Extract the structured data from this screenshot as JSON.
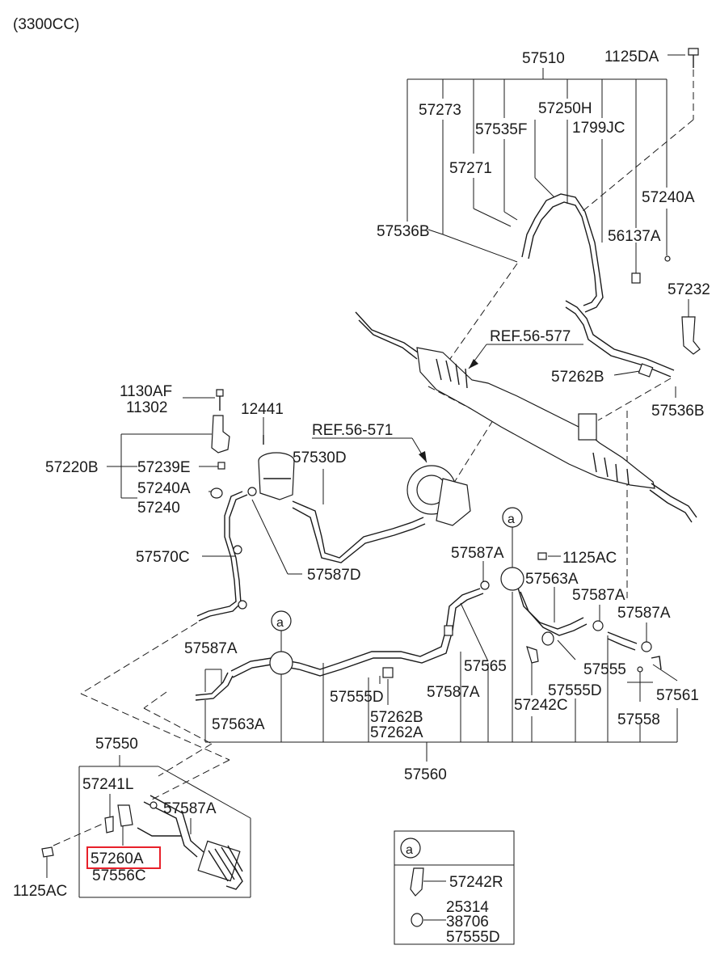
{
  "header": {
    "engine": "(3300CC)"
  },
  "ref_labels": {
    "gear": "REF.56-577",
    "pump": "REF.56-571"
  },
  "callout_mark": "a",
  "highlighted_part": "57260A",
  "parts": {
    "p57510": "57510",
    "p1125DA": "1125DA",
    "p57273": "57273",
    "p57250H": "57250H",
    "p57535F": "57535F",
    "p1799JC": "1799JC",
    "p57271": "57271",
    "p57240A_top": "57240A",
    "p57536B_top": "57536B",
    "p56137A": "56137A",
    "p57232": "57232",
    "p57262B_top": "57262B",
    "p57536B_right": "57536B",
    "p1130AF": "1130AF",
    "p11302": "11302",
    "p12441": "12441",
    "p57530D": "57530D",
    "p57220B": "57220B",
    "p57239E": "57239E",
    "p57240A_mid": "57240A",
    "p57240": "57240",
    "p57570C": "57570C",
    "p57587D": "57587D",
    "p57587A_1": "57587A",
    "p1125AC_mid": "1125AC",
    "p57563A_right": "57563A",
    "p57587A_2": "57587A",
    "p57587A_3": "57587A",
    "p57587A_4": "57587A",
    "p57565": "57565",
    "p57555": "57555",
    "p57555D_right": "57555D",
    "p57561": "57561",
    "p57555D_mid": "57555D",
    "p57587A_5": "57587A",
    "p57242C": "57242C",
    "p57558": "57558",
    "p57563A_left": "57563A",
    "p57262B_bottom": "57262B",
    "p57262A": "57262A",
    "p57550": "57550",
    "p57560": "57560",
    "p57241L": "57241L",
    "p57587A_6": "57587A",
    "p57260A": "57260A",
    "p57556C": "57556C",
    "p1125AC_bottom": "1125AC"
  },
  "legend": {
    "mark": "a",
    "p57242R": "57242R",
    "p25314": "25314",
    "p38706": "38706",
    "p57555D": "57555D"
  }
}
